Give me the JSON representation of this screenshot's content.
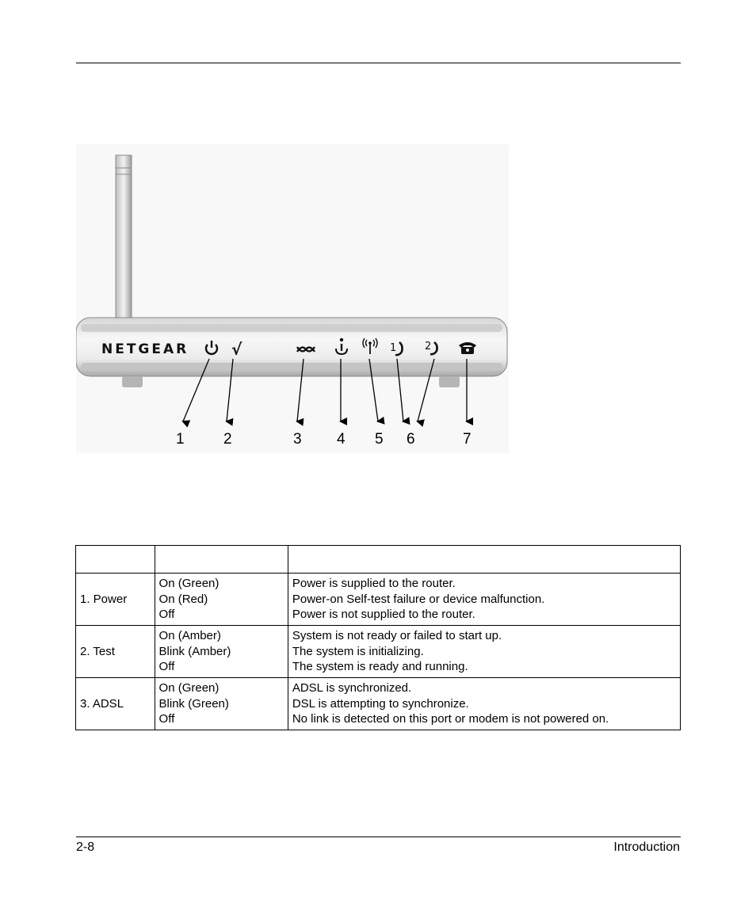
{
  "footer": {
    "page_number": "2-8",
    "section": "Introduction"
  },
  "figure": {
    "brand": "NETGEAR",
    "callouts": [
      "1",
      "2",
      "3",
      "4",
      "5",
      "6",
      "7"
    ],
    "led_icons": [
      "power-icon",
      "test-check-icon",
      "adsl-wave-icon",
      "internet-i-icon",
      "wireless-icon",
      "phone-line-1-icon",
      "phone-line-2-icon",
      "telephone-icon"
    ]
  },
  "table": {
    "header": [
      "",
      "",
      ""
    ],
    "rows": [
      {
        "label": "1.  Power",
        "states": [
          "On (Green)",
          "On (Red)",
          "Off"
        ],
        "descriptions": [
          "Power is supplied to the router.",
          "Power-on Self-test failure or device malfunction.",
          "Power is not supplied to the router."
        ]
      },
      {
        "label": "2.  Test",
        "states": [
          "On (Amber)",
          "Blink (Amber)",
          "Off"
        ],
        "descriptions": [
          "System is not ready or failed to start up.",
          "The system is initializing.",
          "The system is ready and running."
        ]
      },
      {
        "label": "3.  ADSL",
        "states": [
          "On (Green)",
          "Blink (Green)",
          "Off"
        ],
        "descriptions": [
          "ADSL is synchronized.",
          "DSL is attempting to synchronize.",
          "No link is detected on this port or modem is not powered on."
        ]
      }
    ]
  }
}
